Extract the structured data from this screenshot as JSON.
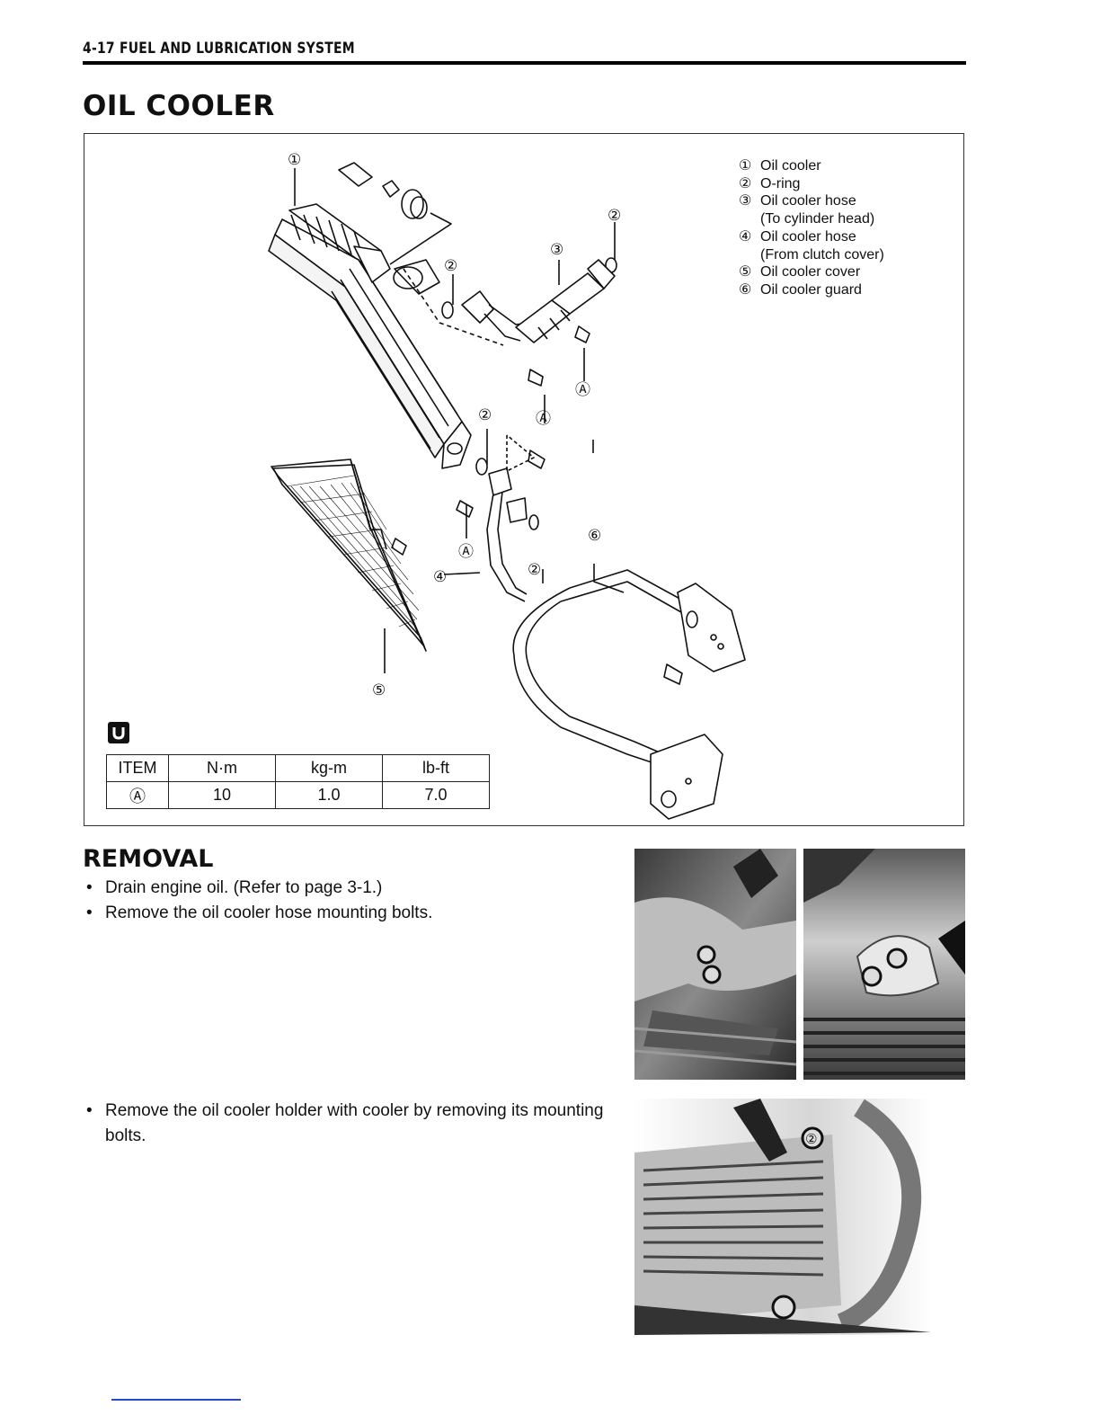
{
  "header": {
    "title": "4-17 FUEL AND LUBRICATION SYSTEM"
  },
  "section": {
    "title": "OIL COOLER"
  },
  "figure": {
    "callouts": [
      "①",
      "②",
      "②",
      "③",
      "②",
      "②",
      "②",
      "④",
      "⑤",
      "⑥",
      "Ⓐ",
      "Ⓐ",
      "Ⓐ"
    ],
    "legend": [
      {
        "num": "①",
        "label": "Oil cooler"
      },
      {
        "num": "②",
        "label": "O-ring"
      },
      {
        "num": "③",
        "label": "Oil cooler hose",
        "sub": "(To cylinder head)"
      },
      {
        "num": "④",
        "label": "Oil cooler hose",
        "sub": "(From clutch cover)"
      },
      {
        "num": "⑤",
        "label": "Oil cooler cover"
      },
      {
        "num": "⑥",
        "label": "Oil cooler guard"
      }
    ],
    "torque_table": {
      "headers": [
        "ITEM",
        "N·m",
        "kg-m",
        "lb-ft"
      ],
      "rows": [
        [
          "Ⓐ",
          "10",
          "1.0",
          "7.0"
        ]
      ]
    }
  },
  "removal": {
    "title": "REMOVAL",
    "steps_1": [
      "Drain engine oil. (Refer to page 3-1.)",
      "Remove the oil cooler hose mounting bolts."
    ],
    "steps_2": [
      "Remove the oil cooler holder with cooler by removing its mounting bolts."
    ]
  },
  "photos": {
    "marker_labels": [
      "②"
    ]
  }
}
